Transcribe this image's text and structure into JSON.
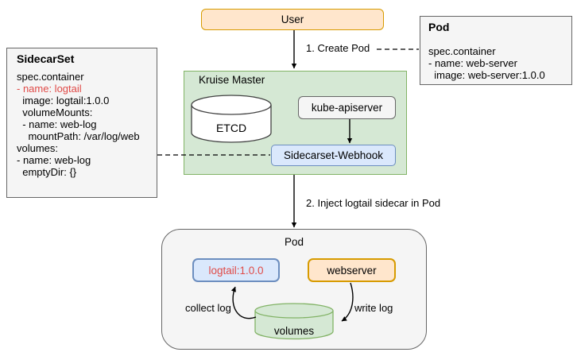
{
  "colors": {
    "orange_fill": "#ffe6cc",
    "orange_stroke": "#d79b00",
    "green_fill": "#d5e8d4",
    "green_stroke": "#82b366",
    "blue_fill": "#dae8fc",
    "blue_stroke": "#6c8ebf",
    "gray_fill": "#f5f5f5",
    "gray_stroke": "#666666",
    "red_text": "#e04a47"
  },
  "user_box": {
    "label": "User"
  },
  "sidecarset_box": {
    "title": "SidecarSet",
    "lines": [
      "spec.container",
      "- name: logtail",
      "  image: logtail:1.0.0",
      "  volumeMounts:",
      "  - name: web-log",
      "    mountPath: /var/log/web",
      "volumes:",
      "- name: web-log",
      "  emptyDir: {}"
    ]
  },
  "pod_spec_box": {
    "title": "Pod",
    "lines": [
      "spec.container",
      "- name: web-server",
      "  image: web-server:1.0.0"
    ]
  },
  "kruise_master": {
    "title": "Kruise Master",
    "etcd_label": "ETCD",
    "apiserver_label": "kube-apiserver",
    "webhook_label": "Sidecarset-Webhook"
  },
  "pod_runtime_box": {
    "title": "Pod",
    "logtail_label": "logtail:1.0.0",
    "webserver_label": "webserver",
    "volumes_label": "volumes"
  },
  "edge_labels": {
    "create_pod": "1. Create Pod",
    "inject_sidecar": "2. Inject logtail sidecar in Pod",
    "collect_log": "collect log",
    "write_log": "write log"
  }
}
